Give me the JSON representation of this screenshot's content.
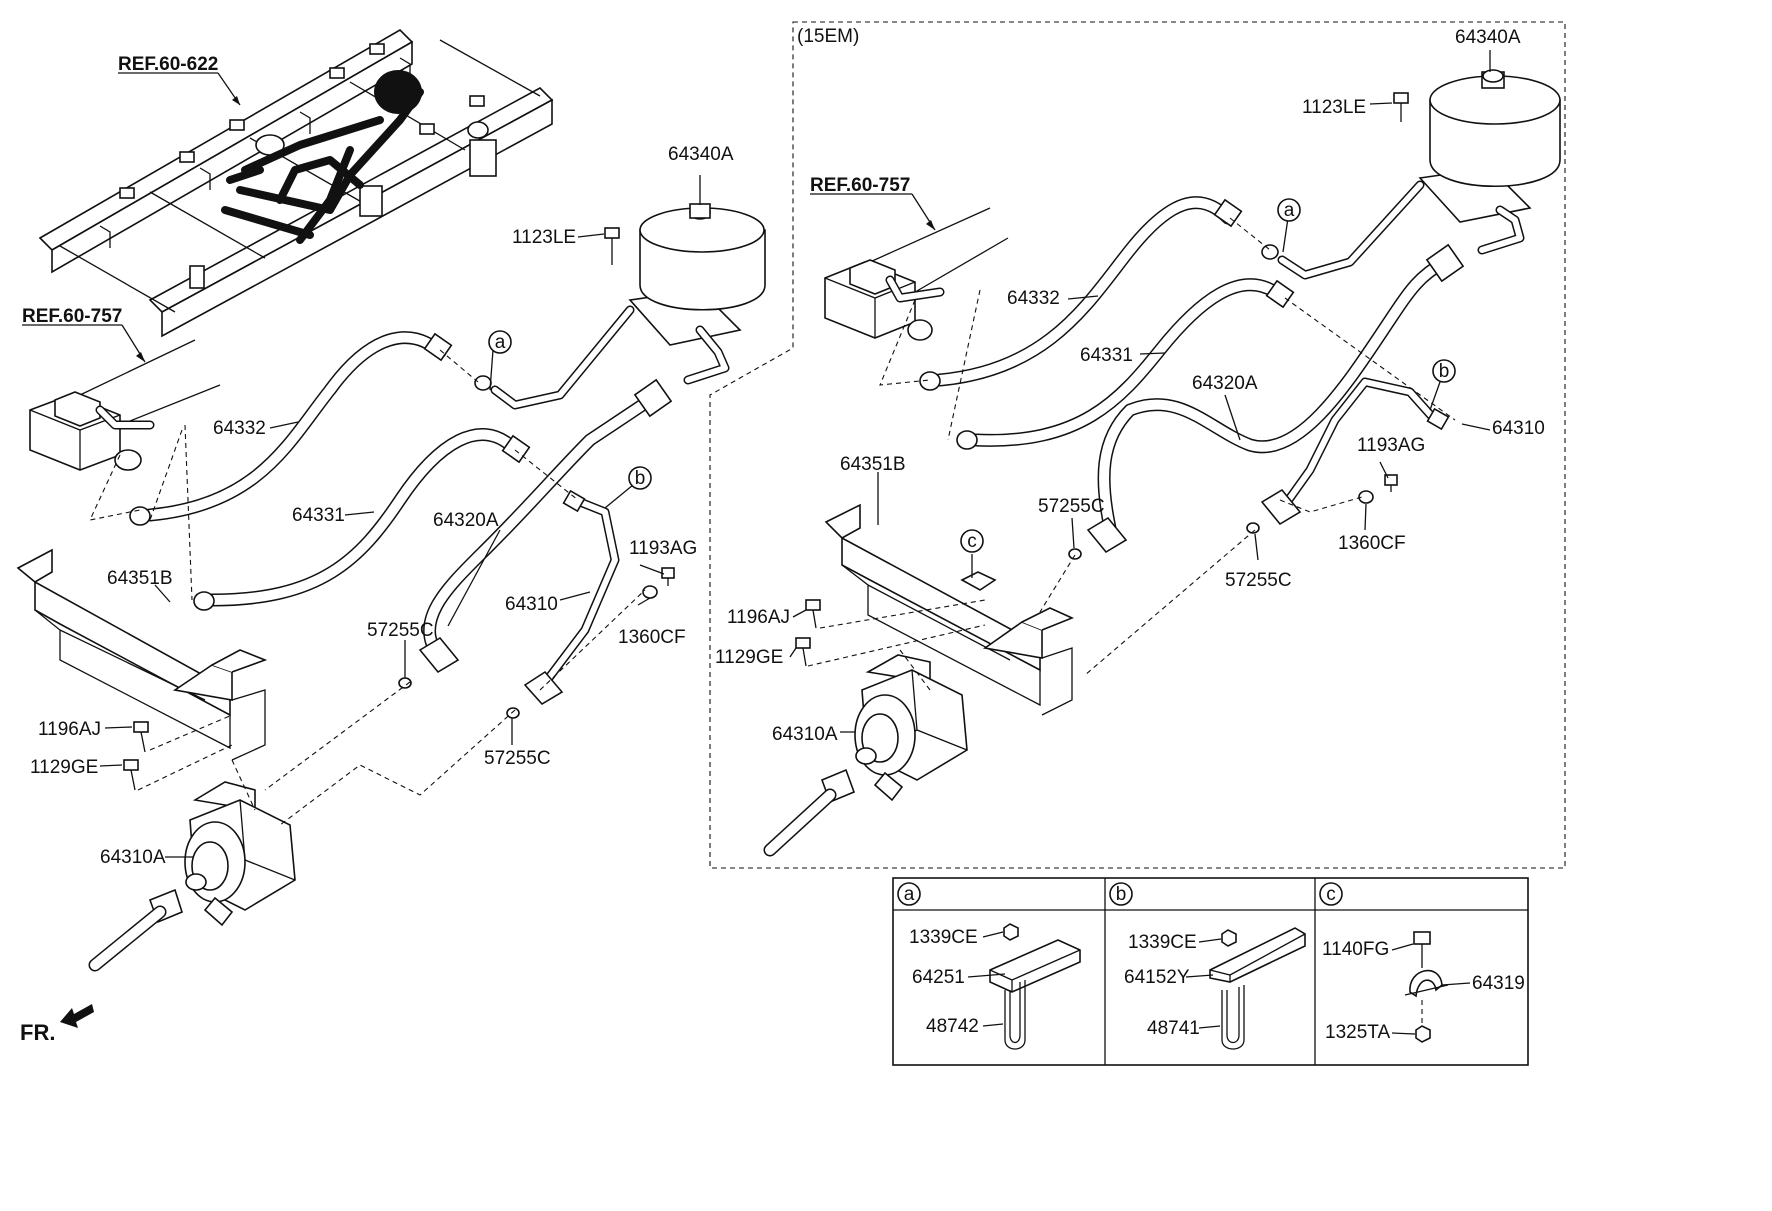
{
  "left": {
    "ref_top": "REF.60-622",
    "ref_valve": "REF.60-757",
    "tank": "64340A",
    "bolt_tank": "1123LE",
    "hose_upper": "64332",
    "hose_lower": "64331",
    "pipe_main": "64320A",
    "pipe_return": "64310",
    "bolt_small": "1193AG",
    "washer": "1360CF",
    "oring_upper": "57255C",
    "oring_lower": "57255C",
    "bracket": "64351B",
    "bolt_bracket_a": "1196AJ",
    "bolt_bracket_b": "1129GE",
    "pump": "64310A",
    "callout_a": "a",
    "callout_b": "b",
    "front_mark": "FR."
  },
  "right": {
    "variant": "(15EM)",
    "ref_valve": "REF.60-757",
    "tank": "64340A",
    "bolt_tank": "1123LE",
    "hose_upper": "64332",
    "hose_lower": "64331",
    "pipe_main": "64320A",
    "pipe_return": "64310",
    "bolt_small": "1193AG",
    "washer": "1360CF",
    "oring_upper": "57255C",
    "oring_lower": "57255C",
    "bracket": "64351B",
    "bolt_bracket_a": "1196AJ",
    "bolt_bracket_b": "1129GE",
    "pump": "64310A",
    "callout_a": "a",
    "callout_b": "b",
    "callout_c": "c"
  },
  "details": {
    "a": {
      "tag": "a",
      "nut": "1339CE",
      "bracket": "64251",
      "ubolt": "48742"
    },
    "b": {
      "tag": "b",
      "nut": "1339CE",
      "bracket": "64152Y",
      "ubolt": "48741"
    },
    "c": {
      "tag": "c",
      "bolt": "1140FG",
      "clamp": "64319",
      "nut": "1325TA"
    }
  }
}
